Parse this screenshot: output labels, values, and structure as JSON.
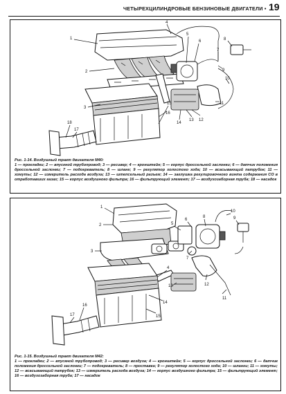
{
  "header": {
    "title": "ЧЕТЫРЕХЦИЛИНДРОВЫЕ БЕНЗИНОВЫЕ ДВИГАТЕЛИ •",
    "page_number": "19"
  },
  "figures": [
    {
      "title": "Рис. 1-14. Воздушный тракт двигателя M40:",
      "legend": "1 — прокладки; 2 — впускной трубопровод; 3 — ресивер; 4 — кронштейн; 5 — корпус дроссельной заслонки; 6 — датчик положения дроссельной заслонки; 7 — подогреватель; 8 — шланг; 9 — регулятор холостого хода; 10 — всасывающий патрубок; 11 — хомуты; 12 — измеритель расхода воздуха; 13 — штепсельный разъем; 14 — заглушка регулировочного винта содержания CO в отработавших газах; 15 — корпус воздушного фильтра; 16 — фильтрующий элемент; 17 — воздухозаборная труба; 18 — насадок",
      "callouts": [
        "1",
        "2",
        "3",
        "4",
        "5",
        "6",
        "7",
        "8",
        "9",
        "10",
        "11",
        "12",
        "13",
        "14",
        "15",
        "16",
        "17",
        "18"
      ]
    },
    {
      "title": "Рис. 1-15. Воздушный тракт двигателя M42:",
      "legend": "1 — прокладки; 2 — впускной трубопровод; 3 — ресивер воздуха; 4 — кронштейн; 5 — корпус дроссельной заслонки; 6 — датчик положения дроссельной заслонки; 7 — подогреватель; 8 — проставка; 9 — регулятор холостого хода; 10 — шланги; 11 — хомуты; 12 — всасывающий патрубок; 13 — измеритель расхода воздуха; 14 — корпус воздушного фильтра; 15 — фильтрующий элемент; 16 — воздухозаборная труба; 17 — насадок",
      "callouts": [
        "1",
        "2",
        "3",
        "4",
        "5",
        "6",
        "7",
        "8",
        "9",
        "10",
        "11",
        "12",
        "13",
        "14",
        "15",
        "16",
        "17"
      ]
    }
  ]
}
